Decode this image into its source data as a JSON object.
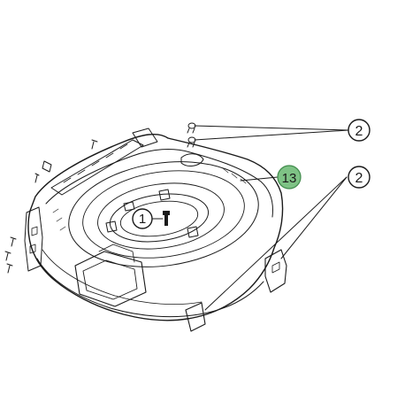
{
  "diagram": {
    "callouts": [
      {
        "id": "callout-1",
        "label": "1",
        "style": "plain"
      },
      {
        "id": "callout-2a",
        "label": "2",
        "style": "plain"
      },
      {
        "id": "callout-2b",
        "label": "2",
        "style": "plain"
      },
      {
        "id": "callout-13",
        "label": "13",
        "style": "highlight"
      }
    ],
    "colors": {
      "line": "#1a1a1a",
      "highlight_fill": "#7ec285",
      "highlight_stroke": "#3f8a4a",
      "background": "#ffffff"
    }
  }
}
